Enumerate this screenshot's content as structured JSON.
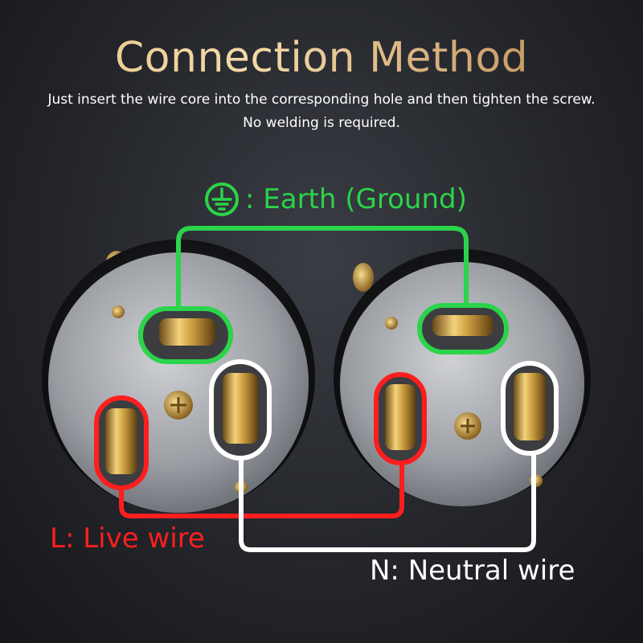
{
  "header": {
    "title": "Connection Method",
    "subtitle_line1": "Just insert the wire core into the corresponding hole and then tighten the screw.",
    "subtitle_line2": "No welding is required."
  },
  "labels": {
    "earth": ": Earth (Ground)",
    "live": "L: Live wire",
    "neutral": "N: Neutral wire"
  },
  "icons": {
    "earth": "ground-icon"
  },
  "colors": {
    "title_gold": "#e9c58a",
    "earth_green": "#2bd44a",
    "live_red": "#ff1e1e",
    "neutral_white": "#ffffff",
    "background": "#24262b"
  }
}
